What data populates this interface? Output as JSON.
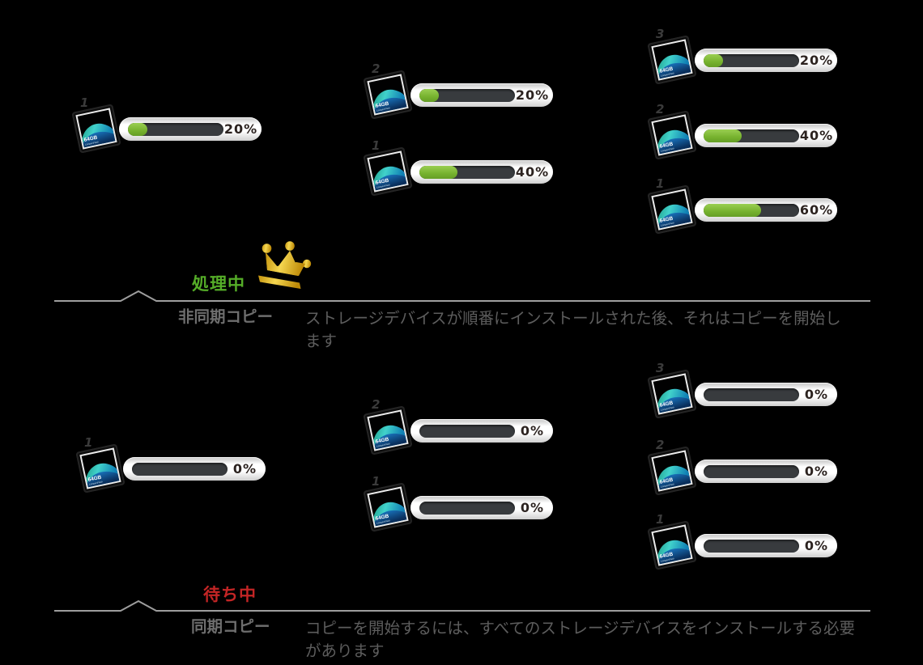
{
  "card": {
    "capacity": "64GB",
    "brand": "CompactFlash"
  },
  "colors": {
    "background": "#000000",
    "progress_green": "#76b22e",
    "progress_track": "#383b3e",
    "status_processing": "#55ad28",
    "status_waiting": "#c32525",
    "divider_gray": "#9e9e9e",
    "crown_gold": "#e8c23a",
    "title_gray": "#6e6e6e",
    "description_gray": "#5d5d5d"
  },
  "sections": [
    {
      "id": "async-copy",
      "status": {
        "label": "処理中",
        "color": "#55ad28"
      },
      "crown": true,
      "title": "非同期コピー",
      "description_lines": [
        "ストレージデバイスが順番にインストールされた後、それはコピーを開始し",
        "ます"
      ],
      "groups": [
        {
          "devices": [
            {
              "number": "1",
              "percent": 20,
              "percent_label": "20%"
            }
          ]
        },
        {
          "devices": [
            {
              "number": "2",
              "percent": 20,
              "percent_label": "20%"
            },
            {
              "number": "1",
              "percent": 40,
              "percent_label": "40%"
            }
          ]
        },
        {
          "devices": [
            {
              "number": "3",
              "percent": 20,
              "percent_label": "20%"
            },
            {
              "number": "2",
              "percent": 40,
              "percent_label": "40%"
            },
            {
              "number": "1",
              "percent": 60,
              "percent_label": "60%"
            }
          ]
        }
      ]
    },
    {
      "id": "sync-copy",
      "status": {
        "label": "待ち中",
        "color": "#c32525"
      },
      "crown": false,
      "title": "同期コピー",
      "description_lines": [
        "コピーを開始するには、すべてのストレージデバイスをインストールする必要",
        "があります"
      ],
      "groups": [
        {
          "devices": [
            {
              "number": "1",
              "percent": 0,
              "percent_label": "0%"
            }
          ]
        },
        {
          "devices": [
            {
              "number": "2",
              "percent": 0,
              "percent_label": "0%"
            },
            {
              "number": "1",
              "percent": 0,
              "percent_label": "0%"
            }
          ]
        },
        {
          "devices": [
            {
              "number": "3",
              "percent": 0,
              "percent_label": "0%"
            },
            {
              "number": "2",
              "percent": 0,
              "percent_label": "0%"
            },
            {
              "number": "1",
              "percent": 0,
              "percent_label": "0%"
            }
          ]
        }
      ]
    }
  ]
}
